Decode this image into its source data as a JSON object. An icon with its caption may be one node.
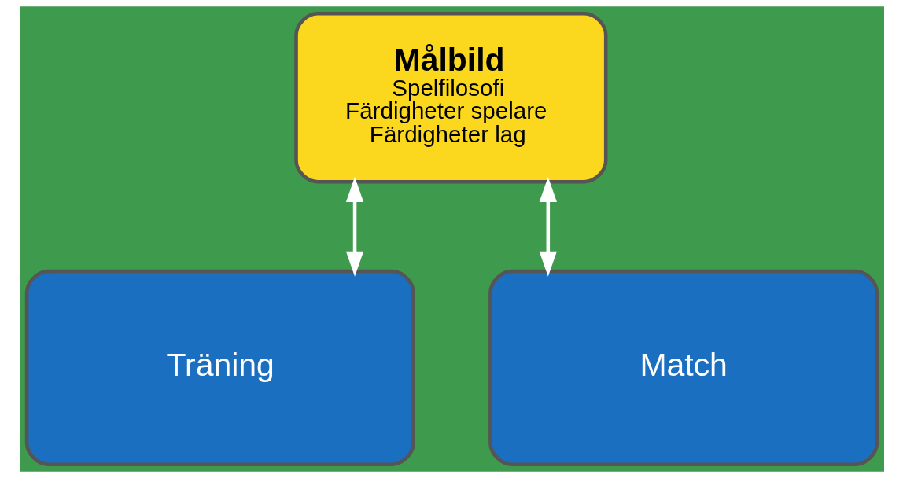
{
  "diagram": {
    "nodes": [
      {
        "text": [
          "Målbild",
          "Spelfilosofi",
          "Färdigheter spelare",
          "Färdigheter lag"
        ]
      },
      {
        "text": [
          "Träning"
        ]
      },
      {
        "text": [
          "Match"
        ]
      }
    ],
    "edges": [
      {
        "from": 0,
        "to": 1,
        "arrow": "both"
      },
      {
        "from": 0,
        "to": 2,
        "arrow": "both"
      }
    ]
  }
}
